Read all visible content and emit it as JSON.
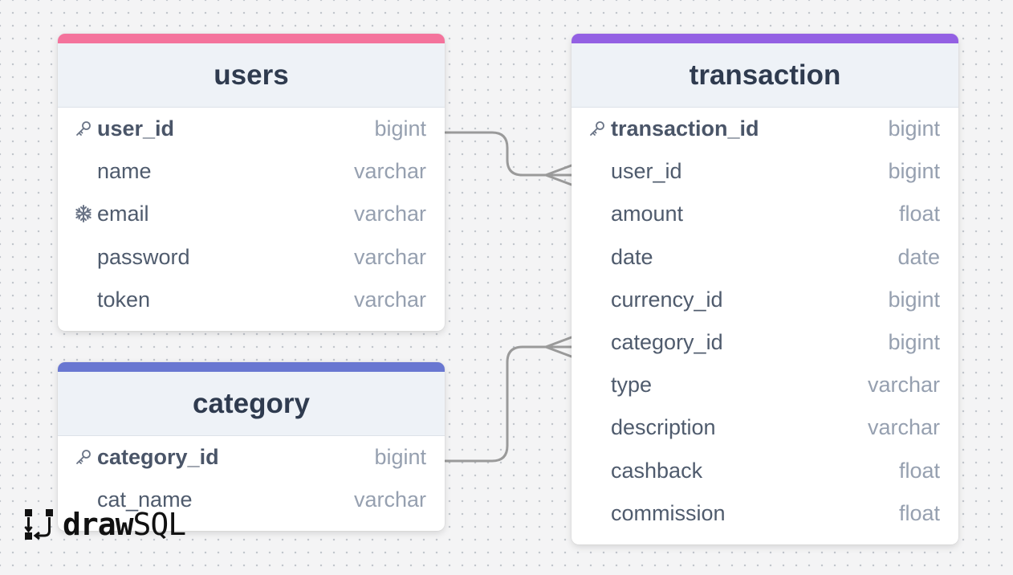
{
  "tables": {
    "users": {
      "name": "users",
      "color": "#f4739c",
      "columns": [
        {
          "name": "user_id",
          "type": "bigint",
          "icon": "key-icon",
          "primary": true
        },
        {
          "name": "name",
          "type": "varchar",
          "icon": "",
          "primary": false
        },
        {
          "name": "email",
          "type": "varchar",
          "icon": "snowflake-icon",
          "primary": false
        },
        {
          "name": "password",
          "type": "varchar",
          "icon": "",
          "primary": false
        },
        {
          "name": "token",
          "type": "varchar",
          "icon": "",
          "primary": false
        }
      ]
    },
    "category": {
      "name": "category",
      "color": "#6977d1",
      "columns": [
        {
          "name": "category_id",
          "type": "bigint",
          "icon": "key-icon",
          "primary": true
        },
        {
          "name": "cat_name",
          "type": "varchar",
          "icon": "",
          "primary": false
        }
      ]
    },
    "transaction": {
      "name": "transaction",
      "color": "#9360e3",
      "columns": [
        {
          "name": "transaction_id",
          "type": "bigint",
          "icon": "key-icon",
          "primary": true
        },
        {
          "name": "user_id",
          "type": "bigint",
          "icon": "",
          "primary": false
        },
        {
          "name": "amount",
          "type": "float",
          "icon": "",
          "primary": false
        },
        {
          "name": "date",
          "type": "date",
          "icon": "",
          "primary": false
        },
        {
          "name": "currency_id",
          "type": "bigint",
          "icon": "",
          "primary": false
        },
        {
          "name": "category_id",
          "type": "bigint",
          "icon": "",
          "primary": false
        },
        {
          "name": "type",
          "type": "varchar",
          "icon": "",
          "primary": false
        },
        {
          "name": "description",
          "type": "varchar",
          "icon": "",
          "primary": false
        },
        {
          "name": "cashback",
          "type": "float",
          "icon": "",
          "primary": false
        },
        {
          "name": "commission",
          "type": "float",
          "icon": "",
          "primary": false
        }
      ]
    }
  },
  "relations": [
    {
      "from": "users.user_id",
      "to": "transaction.user_id",
      "cardinality": "one-to-many"
    },
    {
      "from": "category.category_id",
      "to": "transaction.category_id",
      "cardinality": "one-to-many"
    }
  ],
  "logo": {
    "part1": "draw",
    "part2": "SQL"
  },
  "colors": {
    "connector": "#9a9a9a",
    "header_bg": "#eef2f7"
  }
}
